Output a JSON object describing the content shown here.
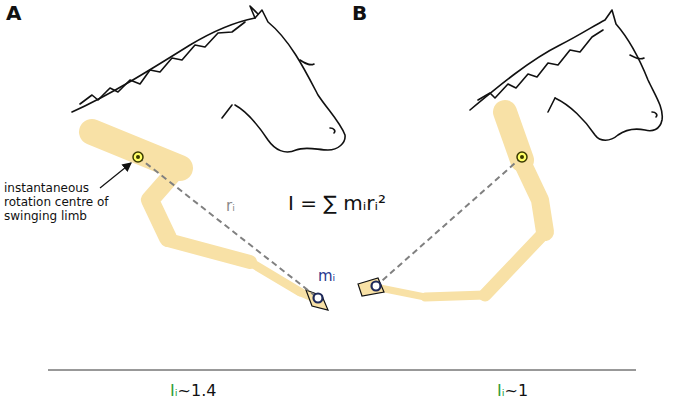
{
  "diagram": {
    "labels": [
      "A",
      "B",
      "instantaneous rotation centre of swinging limb",
      "rᵢ",
      "mᵢ",
      "I = ∑ mᵢrᵢ²",
      "Iᵢ",
      "~1.4",
      "Iᵢ",
      "~1"
    ]
  }
}
